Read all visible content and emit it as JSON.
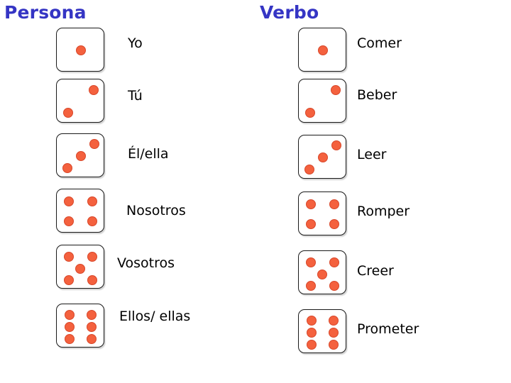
{
  "page": {
    "background": "#ffffff",
    "header_color": "#3535c4",
    "pip_color": "#f4613e",
    "die_border_color": "#1a1a1a",
    "text_color": "#000000"
  },
  "columns": [
    {
      "id": "persona",
      "header": "Persona",
      "items": [
        {
          "die": 1,
          "label": "Yo"
        },
        {
          "die": 2,
          "label": "Tú"
        },
        {
          "die": 3,
          "label": "Él/ella"
        },
        {
          "die": 4,
          "label": "Nosotros"
        },
        {
          "die": 5,
          "label": "Vosotros"
        },
        {
          "die": 6,
          "label": "Ellos/ ellas"
        }
      ]
    },
    {
      "id": "verbo",
      "header": "Verbo",
      "items": [
        {
          "die": 1,
          "label": "Comer"
        },
        {
          "die": 2,
          "label": "Beber"
        },
        {
          "die": 3,
          "label": "Leer"
        },
        {
          "die": 4,
          "label": "Romper"
        },
        {
          "die": 5,
          "label": "Creer"
        },
        {
          "die": 6,
          "label": "Prometer"
        }
      ]
    }
  ]
}
